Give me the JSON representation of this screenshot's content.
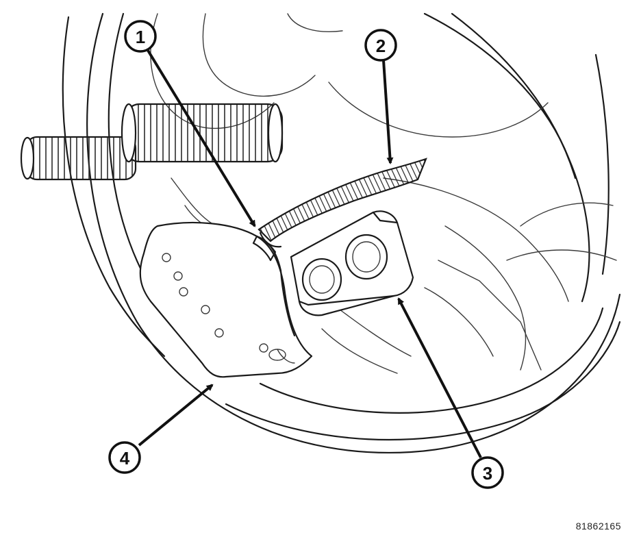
{
  "figure_id": "81862165",
  "callouts": [
    {
      "label": "1"
    },
    {
      "label": "2"
    },
    {
      "label": "3"
    },
    {
      "label": "4"
    }
  ]
}
